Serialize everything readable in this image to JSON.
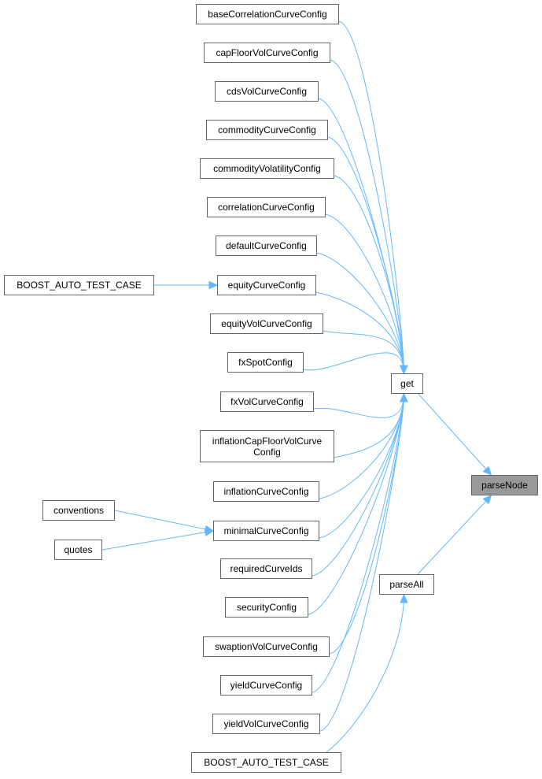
{
  "graph": {
    "type": "caller-graph",
    "colors": {
      "edge": "#63b8ff",
      "node_border": "#666666",
      "node_fill": "#ffffff",
      "focus_fill": "#999999"
    },
    "nodes": [
      {
        "id": "baseCorrelationCurveConfig",
        "label": "baseCorrelationCurveConfig"
      },
      {
        "id": "capFloorVolCurveConfig",
        "label": "capFloorVolCurveConfig"
      },
      {
        "id": "cdsVolCurveConfig",
        "label": "cdsVolCurveConfig"
      },
      {
        "id": "commodityCurveConfig",
        "label": "commodityCurveConfig"
      },
      {
        "id": "commodityVolatilityConfig",
        "label": "commodityVolatilityConfig"
      },
      {
        "id": "correlationCurveConfig",
        "label": "correlationCurveConfig"
      },
      {
        "id": "defaultCurveConfig",
        "label": "defaultCurveConfig"
      },
      {
        "id": "boostTest1",
        "label": "BOOST_AUTO_TEST_CASE"
      },
      {
        "id": "equityCurveConfig",
        "label": "equityCurveConfig"
      },
      {
        "id": "equityVolCurveConfig",
        "label": "equityVolCurveConfig"
      },
      {
        "id": "fxSpotConfig",
        "label": "fxSpotConfig"
      },
      {
        "id": "get",
        "label": "get"
      },
      {
        "id": "fxVolCurveConfig",
        "label": "fxVolCurveConfig"
      },
      {
        "id": "inflationCapFloorVolCurveConfig",
        "label": "inflationCapFloorVolCurve\nConfig"
      },
      {
        "id": "parseNode",
        "label": "parseNode",
        "focus": true
      },
      {
        "id": "inflationCurveConfig",
        "label": "inflationCurveConfig"
      },
      {
        "id": "conventions",
        "label": "conventions"
      },
      {
        "id": "minimalCurveConfig",
        "label": "minimalCurveConfig"
      },
      {
        "id": "quotes",
        "label": "quotes"
      },
      {
        "id": "requiredCurveIds",
        "label": "requiredCurveIds"
      },
      {
        "id": "parseAll",
        "label": "parseAll"
      },
      {
        "id": "securityConfig",
        "label": "securityConfig"
      },
      {
        "id": "swaptionVolCurveConfig",
        "label": "swaptionVolCurveConfig"
      },
      {
        "id": "yieldCurveConfig",
        "label": "yieldCurveConfig"
      },
      {
        "id": "yieldVolCurveConfig",
        "label": "yieldVolCurveConfig"
      },
      {
        "id": "boostTest2",
        "label": "BOOST_AUTO_TEST_CASE"
      }
    ],
    "edges": [
      [
        "baseCorrelationCurveConfig",
        "get"
      ],
      [
        "capFloorVolCurveConfig",
        "get"
      ],
      [
        "cdsVolCurveConfig",
        "get"
      ],
      [
        "commodityCurveConfig",
        "get"
      ],
      [
        "commodityVolatilityConfig",
        "get"
      ],
      [
        "correlationCurveConfig",
        "get"
      ],
      [
        "defaultCurveConfig",
        "get"
      ],
      [
        "equityCurveConfig",
        "get"
      ],
      [
        "equityVolCurveConfig",
        "get"
      ],
      [
        "fxSpotConfig",
        "get"
      ],
      [
        "fxVolCurveConfig",
        "get"
      ],
      [
        "inflationCapFloorVolCurveConfig",
        "get"
      ],
      [
        "inflationCurveConfig",
        "get"
      ],
      [
        "minimalCurveConfig",
        "get"
      ],
      [
        "requiredCurveIds",
        "get"
      ],
      [
        "securityConfig",
        "get"
      ],
      [
        "swaptionVolCurveConfig",
        "get"
      ],
      [
        "yieldCurveConfig",
        "get"
      ],
      [
        "yieldVolCurveConfig",
        "get"
      ],
      [
        "boostTest1",
        "equityCurveConfig"
      ],
      [
        "conventions",
        "minimalCurveConfig"
      ],
      [
        "quotes",
        "minimalCurveConfig"
      ],
      [
        "get",
        "parseNode"
      ],
      [
        "parseAll",
        "parseNode"
      ],
      [
        "boostTest2",
        "parseAll"
      ]
    ]
  }
}
